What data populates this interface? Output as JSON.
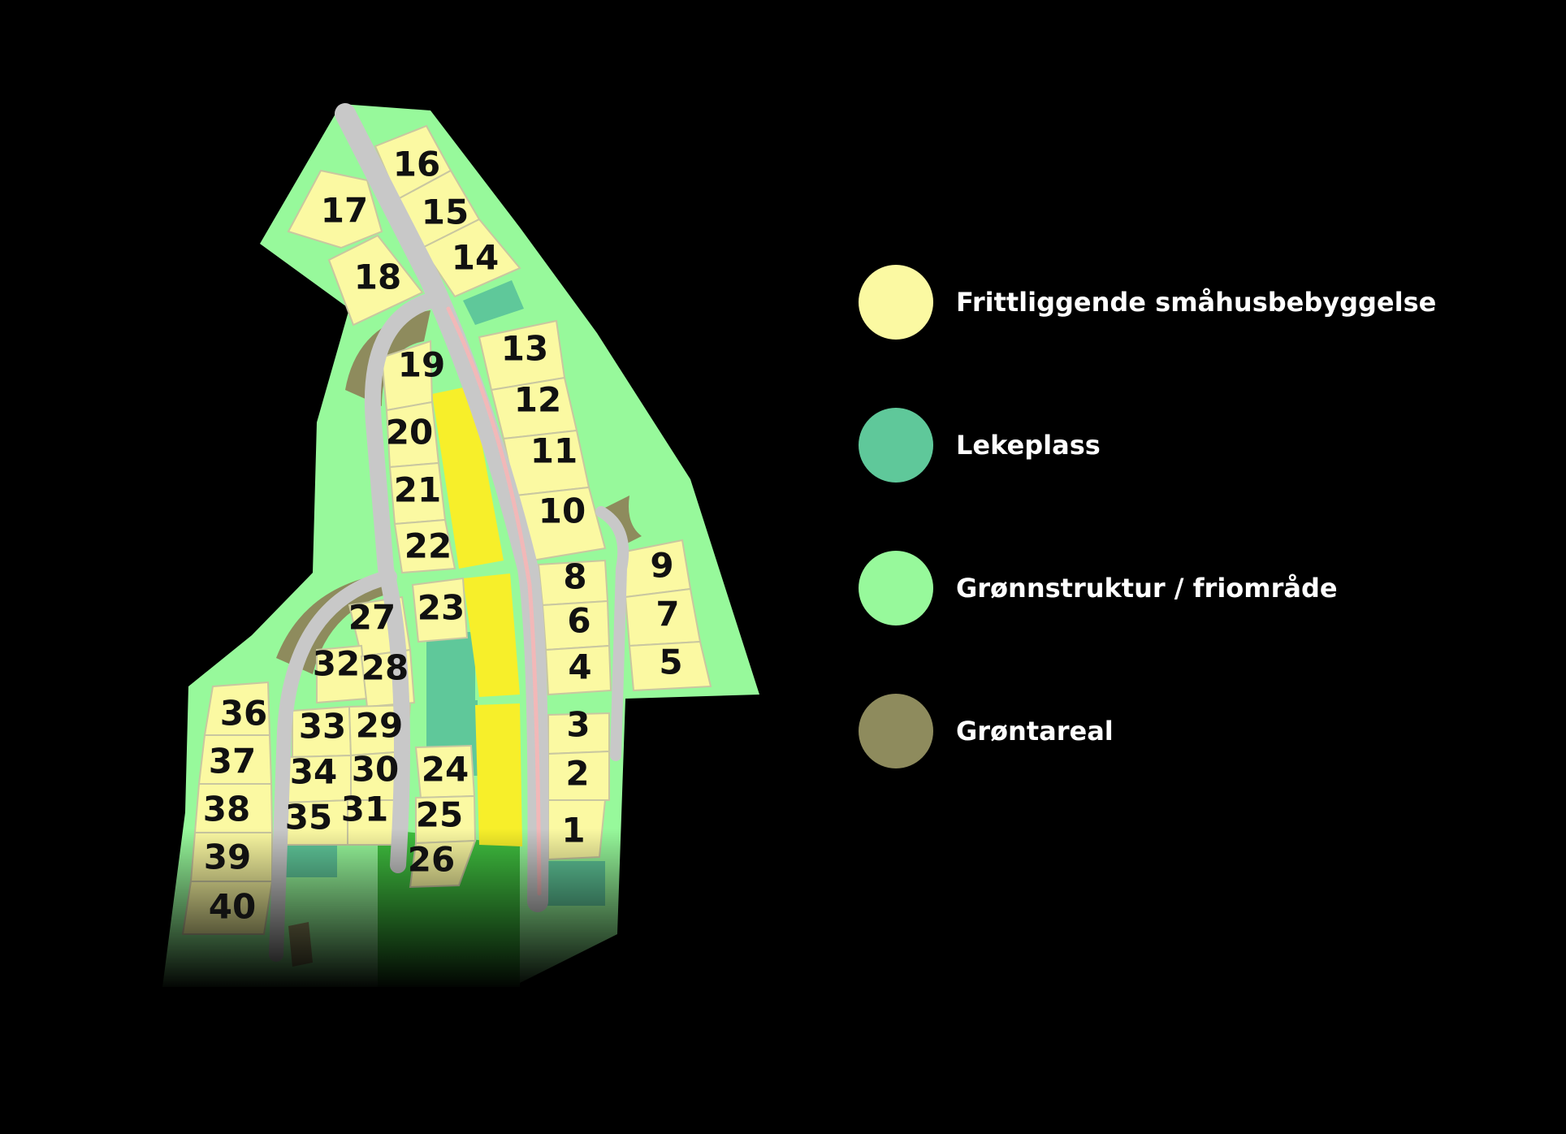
{
  "colors": {
    "background": "#000000",
    "plot": "#fbf9a2",
    "plot_highlight": "#f7ef2a",
    "playground": "#5fc89a",
    "green_structure": "#97f99b",
    "green_area": "#8e8b5d",
    "road": "#c8c8c8",
    "walkway": "#f2b8b8"
  },
  "plots": [
    "1",
    "2",
    "3",
    "4",
    "5",
    "6",
    "7",
    "8",
    "9",
    "10",
    "11",
    "12",
    "13",
    "14",
    "15",
    "16",
    "17",
    "18",
    "19",
    "20",
    "21",
    "22",
    "23",
    "24",
    "25",
    "26",
    "27",
    "28",
    "29",
    "30",
    "31",
    "32",
    "33",
    "34",
    "35",
    "36",
    "37",
    "38",
    "39",
    "40"
  ],
  "legend": [
    {
      "label": "Frittliggende småhusbebyggelse",
      "color": "#fbf9a2"
    },
    {
      "label": "Lekeplass",
      "color": "#5fc89a"
    },
    {
      "label": "Grønnstruktur / friområde",
      "color": "#97f99b"
    },
    {
      "label": "Grøntareal",
      "color": "#8e8b5d"
    }
  ]
}
